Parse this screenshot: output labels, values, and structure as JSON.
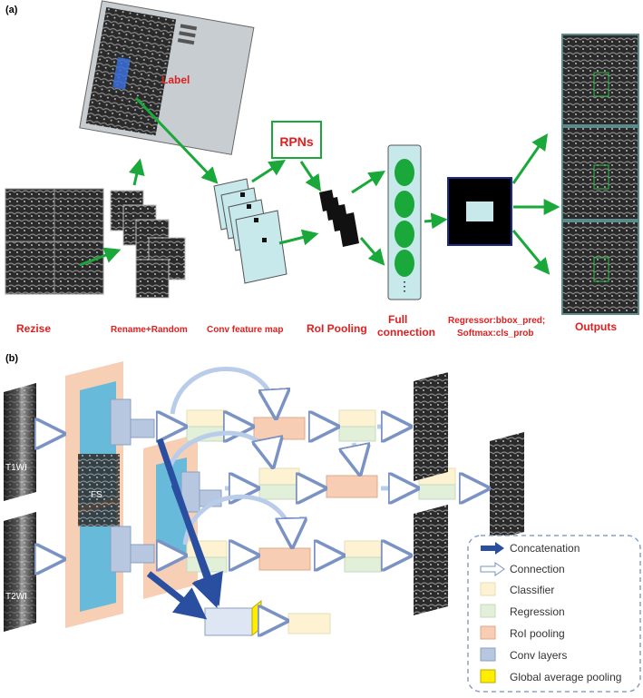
{
  "panel_a": {
    "letter": "(a)",
    "label_tag": "Label",
    "rpn_box": "RPNs",
    "stage_labels": {
      "resize": "Rezise",
      "rename": "Rename+Random",
      "conv": "Conv feature map",
      "roi": "RoI Pooling",
      "full1": "Full",
      "full2": "connection",
      "reg1": "Regressor:bbox_pred;",
      "reg2": "Softmax:cls_prob",
      "outputs": "Outputs"
    },
    "fc_ellipsis": "⋮"
  },
  "panel_b": {
    "letter": "(b)",
    "input_labels": {
      "t1": "T1WI",
      "fs": "FS",
      "t2": "T2WI"
    },
    "legend": [
      {
        "label": "Concatenation",
        "icon": "dark-blue-arrow-icon",
        "color": "#2b4fa0"
      },
      {
        "label": "Connection",
        "icon": "light-blue-arrow-icon",
        "color": "#b9cdea"
      },
      {
        "label": "Classifier",
        "icon": "classifier-swatch-icon",
        "color": "#fdf3d2"
      },
      {
        "label": "Regression",
        "icon": "regression-swatch-icon",
        "color": "#e2efd9"
      },
      {
        "label": "RoI pooling",
        "icon": "roi-swatch-icon",
        "color": "#f7cdb4"
      },
      {
        "label": "Conv layers",
        "icon": "conv-swatch-icon",
        "color": "#b7c7df"
      },
      {
        "label": "Global average pooling",
        "icon": "gap-swatch-icon",
        "color": "#ffee00"
      }
    ]
  },
  "colors": {
    "green_arrow": "#1aa83a",
    "label_red": "#e02020",
    "feature_map": "#c7e9ec",
    "fc_node": "#1aa83a",
    "conv_plate": "#f4c7a8",
    "conv_layer": "#4db6e0"
  }
}
